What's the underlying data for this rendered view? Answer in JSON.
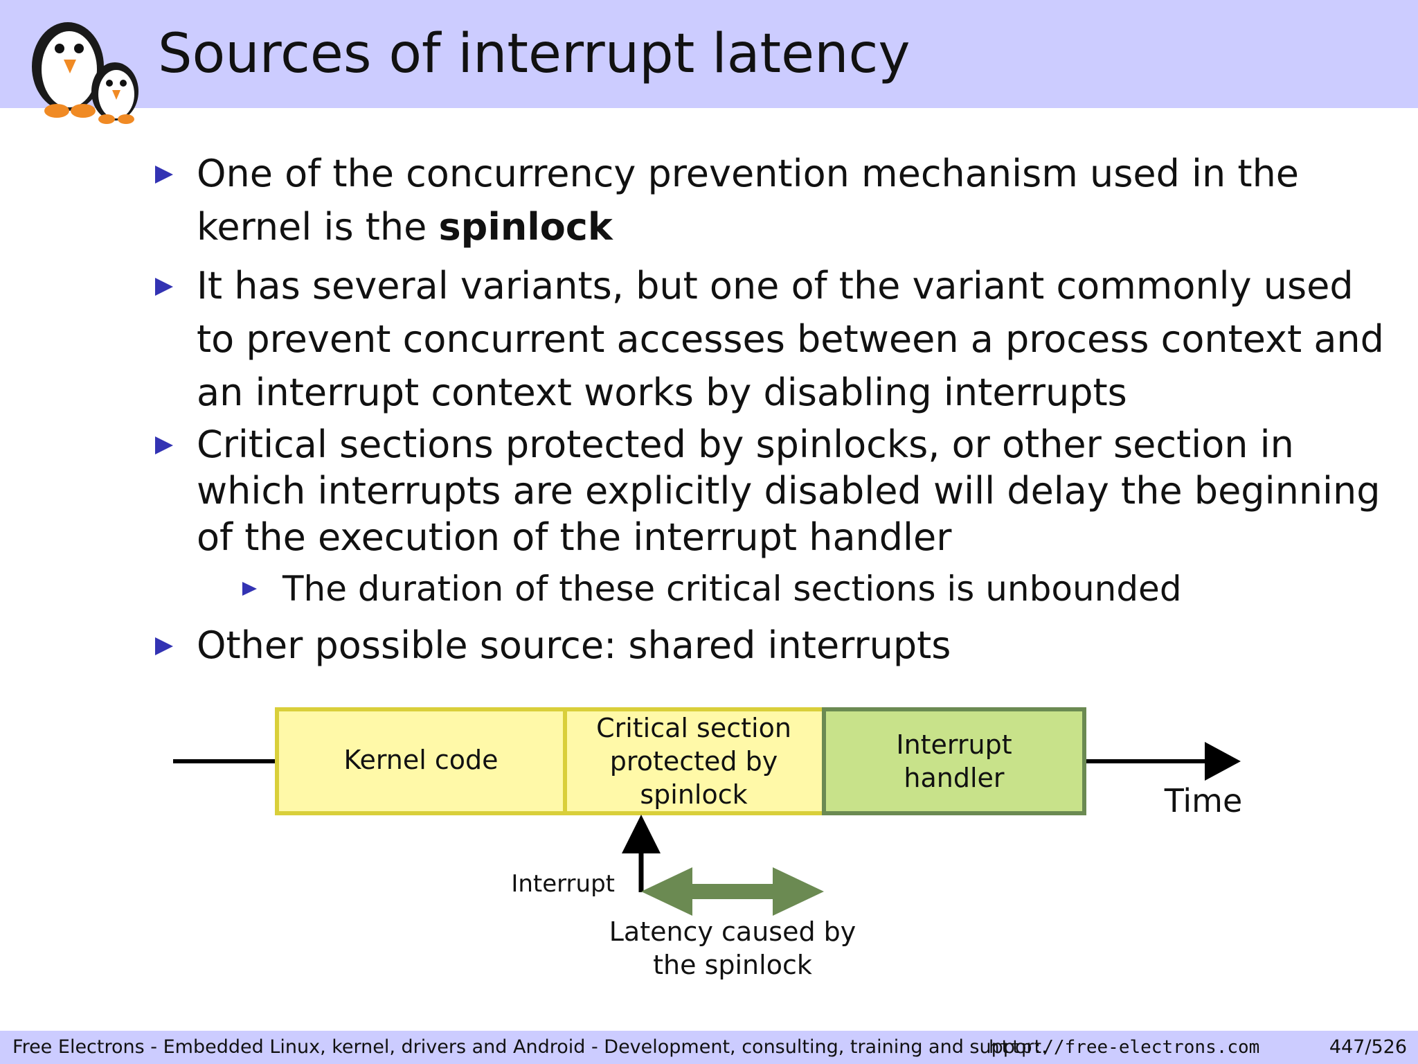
{
  "slide": {
    "title": "Sources of interrupt latency",
    "bullets": {
      "b1": {
        "l1": "One of the concurrency prevention mechanism used in the",
        "l2_prefix": "kernel is the ",
        "l2_bold": "spinlock"
      },
      "b2": {
        "l1": "It has several variants, but one of the variant commonly used",
        "l2": "to prevent concurrent accesses between a process context and",
        "l3": "an interrupt context works by disabling interrupts"
      },
      "b3": {
        "l1": "Critical sections protected by spinlocks, or other section in",
        "l2": "which interrupts are explicitly disabled will delay the beginning",
        "l3": "of the execution of the interrupt handler"
      },
      "b3_sub": "The duration of these critical sections is unbounded",
      "b4": "Other possible source: shared interrupts"
    }
  },
  "diagram": {
    "kernel_code": "Kernel code",
    "critical": [
      "Critical section",
      "protected by",
      "spinlock"
    ],
    "handler": [
      "Interrupt",
      "handler"
    ],
    "time": "Time",
    "interrupt": "Interrupt",
    "latency": [
      "Latency caused by",
      "the spinlock"
    ],
    "colors": {
      "yellow_fill": "#fff9a8",
      "yellow_border": "#d9cf3a",
      "green_fill": "#c8e28a",
      "green_border": "#6b8a52",
      "arrow_green": "#6b8a52",
      "header_bg": "#ccccff",
      "bullet": "#3333b3"
    }
  },
  "footer": {
    "text": "Free Electrons - Embedded Linux, kernel, drivers and Android - Development, consulting, training and support.",
    "url": "http://free-electrons.com",
    "page": "447/526"
  }
}
